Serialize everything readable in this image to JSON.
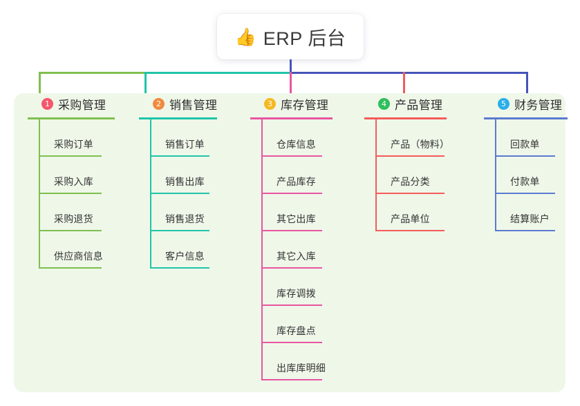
{
  "diagram": {
    "type": "mindmap",
    "root": {
      "icon": "thumbs-up-emoji",
      "emoji": "👍",
      "label": "ERP 后台"
    },
    "panel_background": "#eff7e9",
    "branches": [
      {
        "number": "1",
        "title": "采购管理",
        "badge_color": "#f4566c",
        "line_color": "#7fbf4e",
        "children": [
          "采购订单",
          "采购入库",
          "采购退货",
          "供应商信息"
        ]
      },
      {
        "number": "2",
        "title": "销售管理",
        "badge_color": "#f08a3e",
        "line_color": "#1fc5a8",
        "children": [
          "销售订单",
          "销售出库",
          "销售退货",
          "客户信息"
        ]
      },
      {
        "number": "3",
        "title": "库存管理",
        "badge_color": "#f5b921",
        "line_color": "#e8559f",
        "children": [
          "仓库信息",
          "产品库存",
          "其它出库",
          "其它入库",
          "库存调拨",
          "库存盘点",
          "出库库明细"
        ]
      },
      {
        "number": "4",
        "title": "产品管理",
        "badge_color": "#2fbf5c",
        "line_color": "#f45b5b",
        "children": [
          "产品（物料）",
          "产品分类",
          "产品单位"
        ]
      },
      {
        "number": "5",
        "title": "财务管理",
        "badge_color": "#2baee8",
        "line_color": "#5b79cf",
        "children": [
          "回款单",
          "付款单",
          "结算账户"
        ]
      }
    ],
    "connectors": {
      "stem_color": "#4554b8",
      "bus_segment_1_color": "#7fbf4e",
      "bus_segment_2_color": "#1fc5a8",
      "bus_segment_3_color": "#4554b8"
    }
  }
}
